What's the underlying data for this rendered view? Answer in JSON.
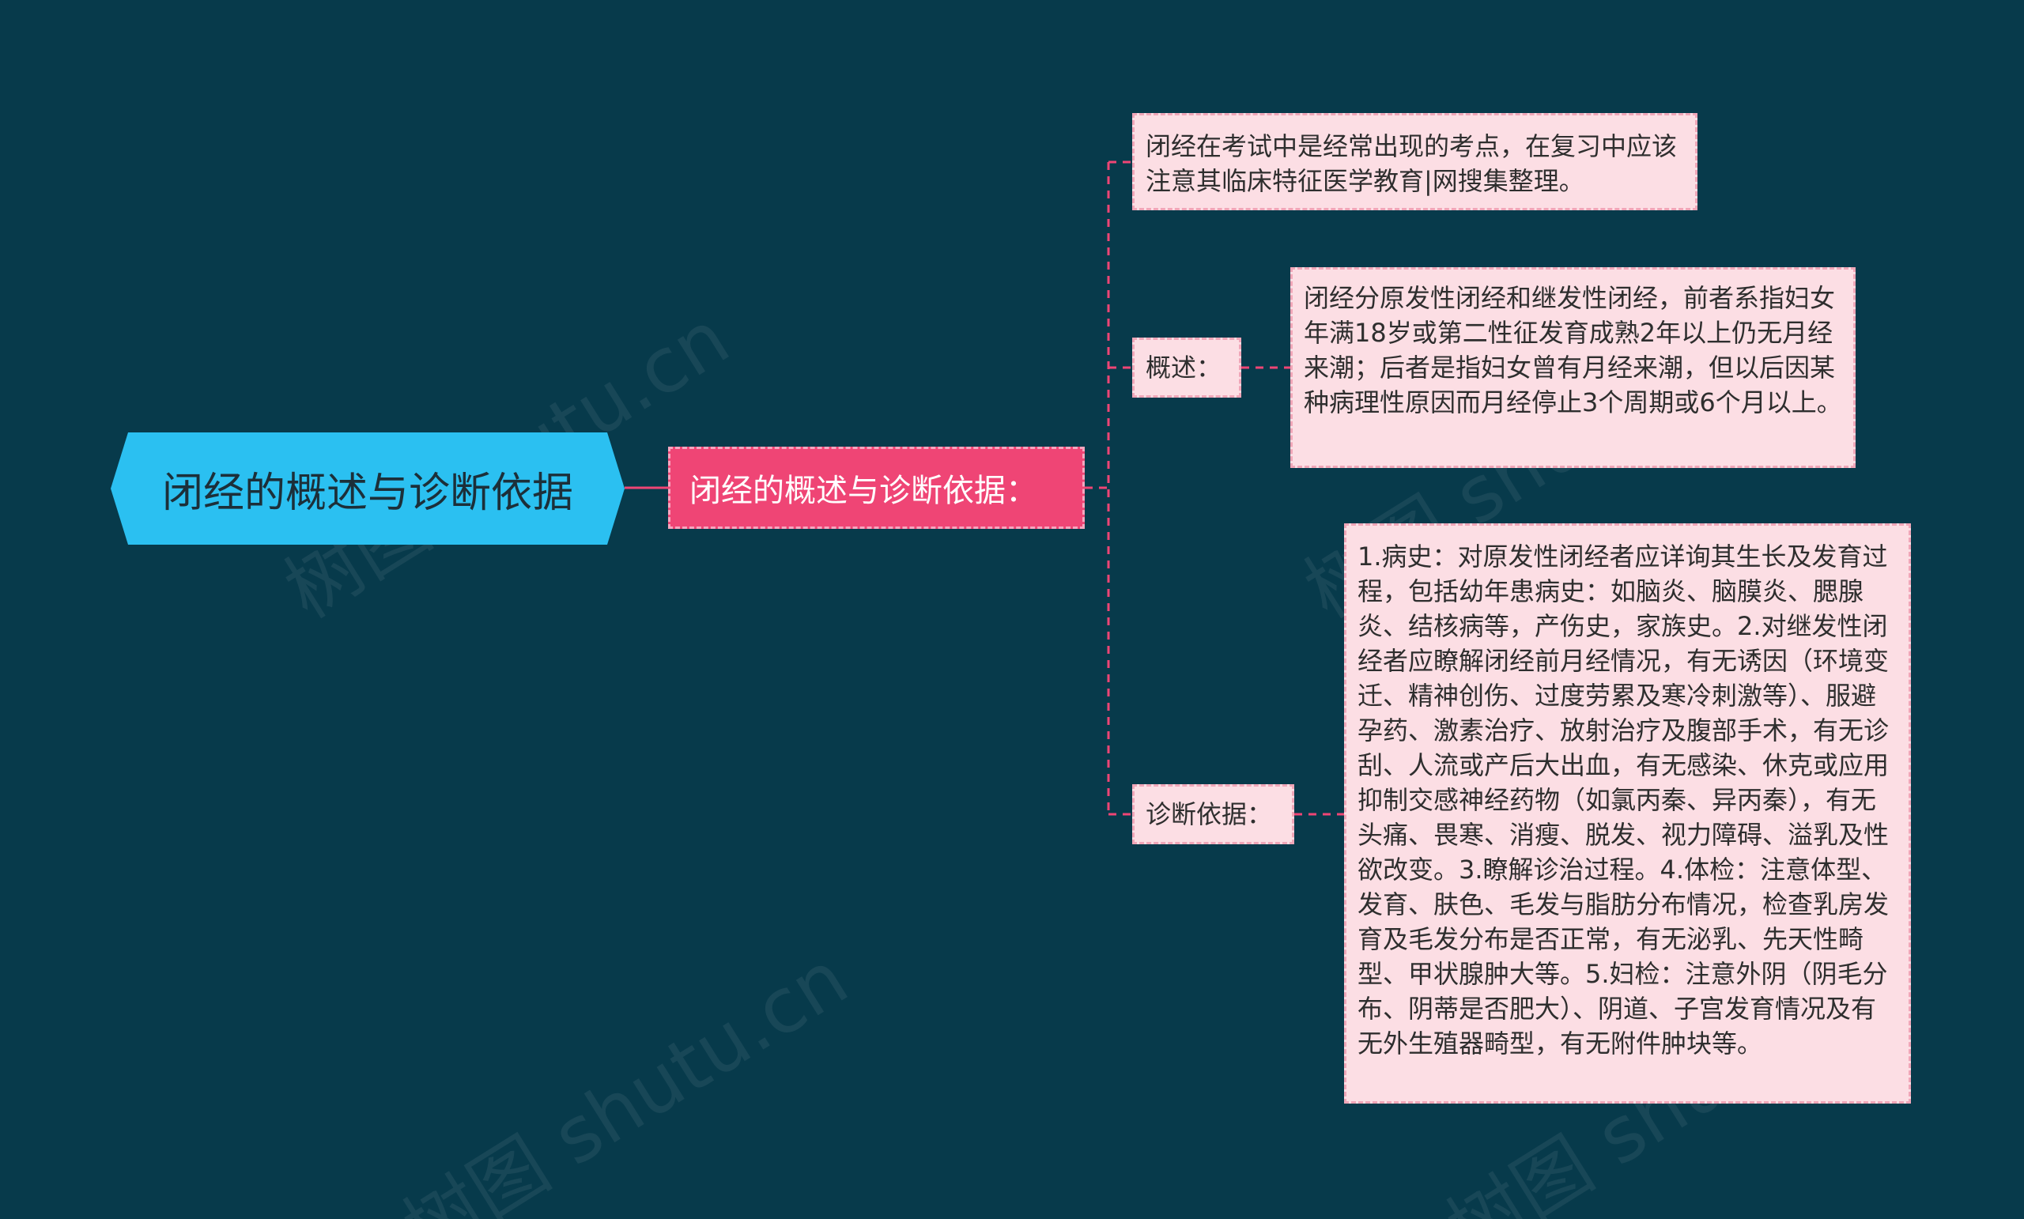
{
  "root": {
    "label": "闭经的概述与诊断依据"
  },
  "main": {
    "label": "闭经的概述与诊断依据："
  },
  "branches": {
    "intro": {
      "text": "闭经在考试中是经常出现的考点，在复习中应该注意其临床特征医学教育|网搜集整理。"
    },
    "overview": {
      "label": "概述：",
      "text": "闭经分原发性闭经和继发性闭经，前者系指妇女年满18岁或第二性征发育成熟2年以上仍无月经来潮；后者是指妇女曾有月经来潮，但以后因某种病理性原因而月经停止3个周期或6个月以上。"
    },
    "diagnosis": {
      "label": "诊断依据：",
      "text": "1.病史：对原发性闭经者应详询其生长及发育过程，包括幼年患病史：如脑炎、脑膜炎、腮腺炎、结核病等，产伤史，家族史。2.对继发性闭经者应瞭解闭经前月经情况，有无诱因（环境变迁、精神创伤、过度劳累及寒冷刺激等）、服避孕药、激素治疗、放射治疗及腹部手术，有无诊刮、人流或产后大出血，有无感染、休克或应用抑制交感神经药物（如氯丙秦、异丙秦），有无头痛、畏寒、消瘦、脱发、视力障碍、溢乳及性欲改变。3.瞭解诊治过程。4.体检：注意体型、发育、肤色、毛发与脂肪分布情况，检查乳房发育及毛发分布是否正常，有无泌乳、先天性畸型、甲状腺肿大等。5.妇检：注意外阴（阴毛分布、阴蒂是否肥大）、阴道、子宫发育情况及有无外生殖器畸型，有无附件肿块等。"
    }
  },
  "watermarks": [
    "树图 shutu.cn",
    "树图 shutu.cn",
    "树图 shutu.cn",
    "树图 shutu.cn"
  ],
  "colors": {
    "background": "#073a4b",
    "root_fill": "#2bc0f1",
    "main_fill": "#ef4575",
    "leaf_fill": "#fcdee4",
    "connector": "#ef4575"
  }
}
